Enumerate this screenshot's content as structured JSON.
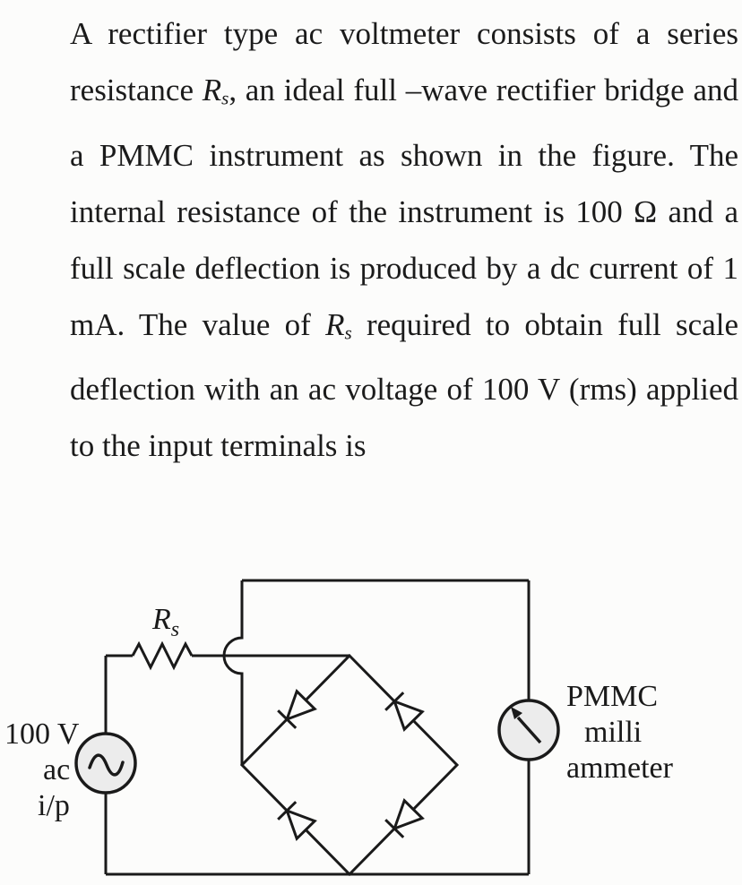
{
  "question": {
    "part1": "A rectifier type ac voltmeter consists of a series resistance ",
    "rs_base": "R",
    "rs_sub": "s",
    "part2": ", an ideal full –wave rectifier bridge and a PMMC instrument as shown in the figure. The internal resistance of the instrument is 100 Ω and a full scale deflection is produced by a dc current of 1 mA. The value of ",
    "part3": " required to obtain full scale deflection with an ac voltage of 100 V (rms) applied to the input terminals is"
  },
  "circuit": {
    "resistor_label_base": "R",
    "resistor_label_sub": "s",
    "source_label_line1": "100 V",
    "source_label_line2": "ac",
    "source_label_line3": "i/p",
    "meter_label_line1": "PMMC",
    "meter_label_line2": "milli",
    "meter_label_line3": "ammeter"
  },
  "colors": {
    "ink": "#1a1a1a",
    "background": "#fcfcfb",
    "component_fill": "#ececec"
  }
}
